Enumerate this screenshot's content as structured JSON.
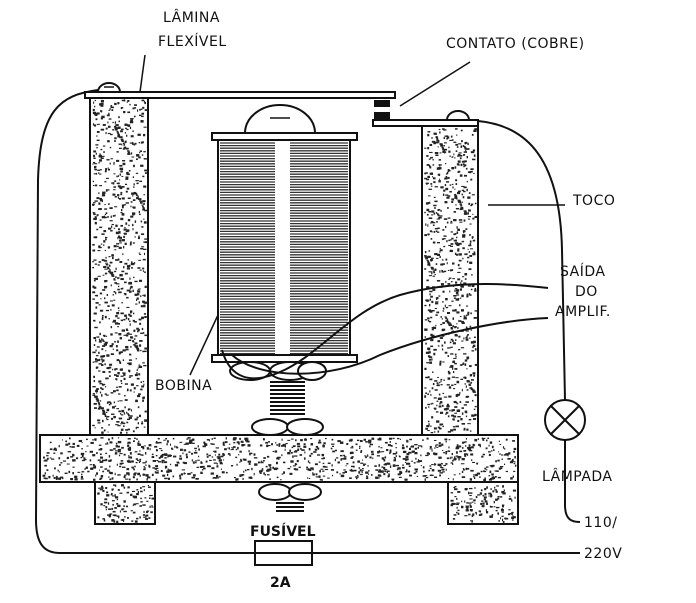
{
  "labels": {
    "lamina_line1": "LÂMINA",
    "lamina_line2": "FLEXÍVEL",
    "contato": "CONTATO (COBRE)",
    "toco": "TOCO",
    "saida_line1": "SAÍDA",
    "saida_line2": "DO",
    "saida_line3": "AMPLIF.",
    "bobina": "BOBINA",
    "lampada": "LÂMPADA",
    "voltage_line1": "110/",
    "voltage_line2": "220V",
    "fusivel": "FUSÍVEL",
    "fuse_rating": "2A"
  }
}
